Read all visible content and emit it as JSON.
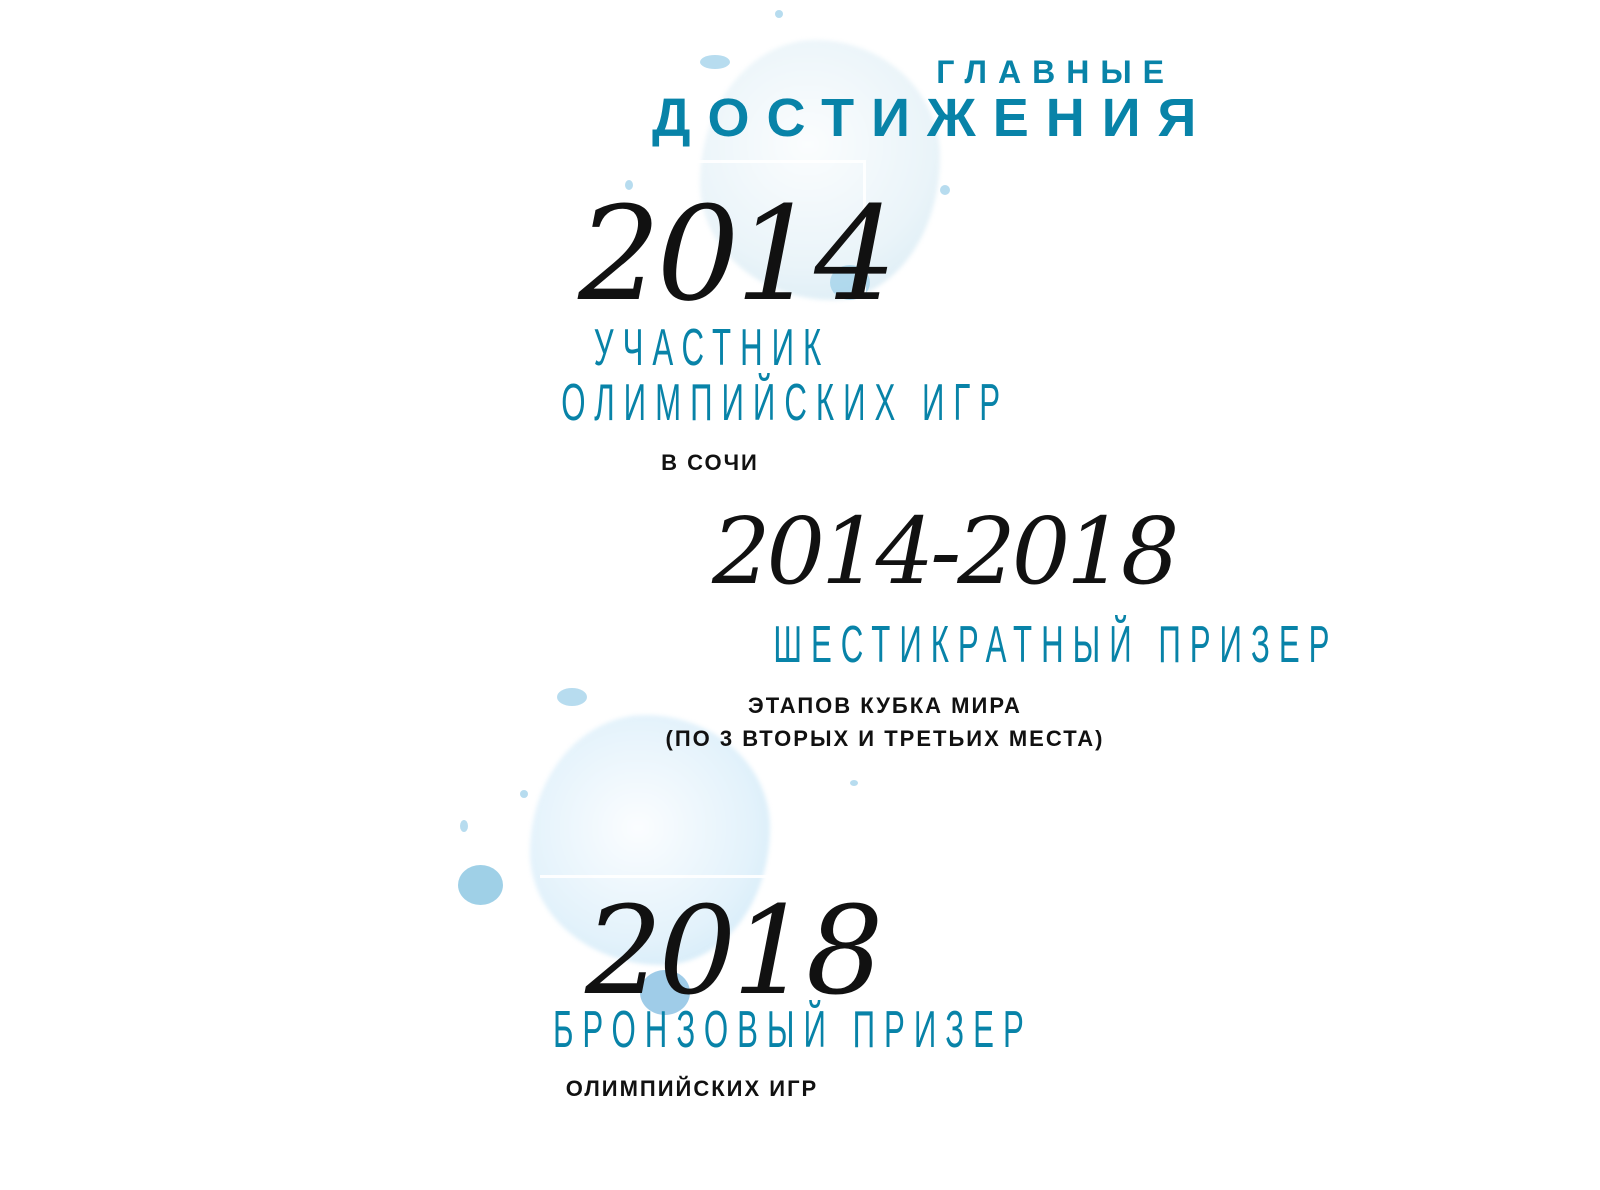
{
  "heading": {
    "line1": "ГЛАВНЫЕ",
    "line2": "ДОСТИЖЕНИЯ"
  },
  "achievements": [
    {
      "year": "2014",
      "title_lines": [
        "УЧАСТНИК",
        "ОЛИМПИЙСКИХ ИГР"
      ],
      "subtitle_lines": [
        "В СОЧИ"
      ]
    },
    {
      "year": "2014-2018",
      "title_lines": [
        "ШЕСТИКРАТНЫЙ ПРИЗЕР"
      ],
      "subtitle_lines": [
        "ЭТАПОВ КУБКА МИРА",
        "(ПО 3 ВТОРЫХ И ТРЕТЬИХ МЕСТА)"
      ]
    },
    {
      "year": "2018",
      "title_lines": [
        "БРОНЗОВЫЙ ПРИЗЕР"
      ],
      "subtitle_lines": [
        "ОЛИМПИЙСКИХ ИГР"
      ]
    }
  ],
  "colors": {
    "accent": "#0883a8",
    "text": "#111111",
    "splash": "#9fd0ea"
  }
}
